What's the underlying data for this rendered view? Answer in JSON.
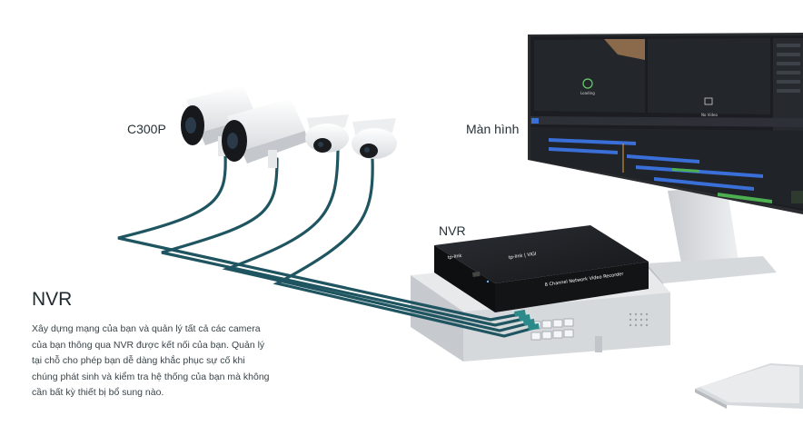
{
  "labels": {
    "camera": "C300P",
    "monitor": "Màn hình",
    "nvr": "NVR"
  },
  "section": {
    "title": "NVR",
    "description": "Xây dựng mạng của bạn và quản lý tất cả các camera của bạn thông qua NVR được kết nối của bạn. Quản lý tại chỗ cho phép bạn dễ dàng khắc phục sự cố khi chúng phát sinh và kiểm tra hệ thống của bạn mà không cần bất kỳ thiết bị bổ sung nào."
  },
  "devices": {
    "nvr_brand": "tp-link | VIGI",
    "nvr_small_brand": "tp-link",
    "nvr_model_line": "8 Channel Network Video Recorder",
    "monitor_tile_loading": "Loading",
    "monitor_tile_norecord": "No Video"
  },
  "colors": {
    "cable": "#1f5560",
    "cable_accent": "#2c8a8a",
    "timeline_blue": "#3a6fd8",
    "timeline_green": "#4caf50",
    "monitor_bg": "#1b1d22",
    "nvr_body": "#1d1f22",
    "switch_body": "#e4e6e8"
  },
  "icons": [
    "camera-icon",
    "play-icon",
    "folder-icon"
  ]
}
